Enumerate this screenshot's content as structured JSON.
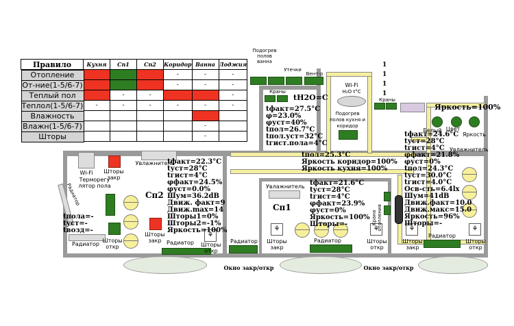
{
  "table": {
    "header": "Правило",
    "columns": [
      "Кухня",
      "Сп1",
      "Сп2",
      "Коридор",
      "Ванна",
      "Лоджия"
    ],
    "rows": [
      {
        "label": "Отопление",
        "cells": [
          "red",
          "green",
          "red",
          "-",
          "-",
          "-"
        ]
      },
      {
        "label": "От-ние(1-5/6-7)",
        "cells": [
          "red",
          "green",
          "red",
          "-",
          "-",
          "-"
        ]
      },
      {
        "label": "Теплый пол",
        "cells": [
          "red",
          "-",
          "-",
          "red",
          "red",
          "-"
        ]
      },
      {
        "label": "Теплол(1-5/6-7)",
        "cells": [
          "-",
          "-",
          "-",
          "-",
          "-",
          "-"
        ]
      },
      {
        "label": "Влажность",
        "cells": [
          "",
          "",
          "",
          "",
          "red",
          ""
        ]
      },
      {
        "label": "Влажн(1-5/6-7)",
        "cells": [
          "",
          "",
          "",
          "",
          "-",
          ""
        ]
      },
      {
        "label": "Шторы",
        "cells": [
          "",
          "",
          "",
          "",
          "-",
          ""
        ]
      }
    ]
  },
  "top": {
    "podogrev_vanna": "Подогрев полов ванна",
    "utechki": "Утечки",
    "vent": "Вент-р",
    "ones": [
      "1",
      "1",
      "1",
      "1"
    ],
    "krany1": "Краны",
    "krany2": "Краны",
    "wifi2": "Wi-Fi",
    "h2o": "H₂O t°C",
    "th2o": "tH2O=C"
  },
  "bath": {
    "lines": [
      "tфакт=27.5°C",
      "φ=23.0%",
      "φуст=40%",
      "tпол=26.7°C",
      "tпол.уст=32°C",
      "tгист.пола=4°C"
    ]
  },
  "kitchen_floor": {
    "label": "Подогрев полов кухня и коридор"
  },
  "corridor": {
    "lines": [
      "tпол=25.3°C",
      "Яркость коридор=100%",
      "Яркость кухня=100%"
    ]
  },
  "sp2": {
    "title": "Сп2",
    "humid": "Увлажнитель",
    "wifi": "Wi-Fi",
    "thermo": "Терморегу лятор пола",
    "radiator_v": "Радиатор",
    "floor_lines": [
      "tпола=-",
      "tуст=-",
      "tвозд=-"
    ],
    "radiator": "Радиатор",
    "radiator2": "Радиатор",
    "shutter_closed": "Шторы закр",
    "shutter_closed2": "Шторы закр",
    "shutter_open": "Шторы откр",
    "shutter_open2": "Шторы откр",
    "lines": [
      "tфакт=22.3°C",
      "tуст=28°C",
      "tгист=4°C",
      "φфакт=24.5%",
      "φуст=0.0%",
      "Шум=36.2dB",
      "Движ. факт=9",
      "Движ.max=14",
      "Шторы1=0%",
      "Шторы2=-1%",
      "Яркость=100%"
    ]
  },
  "sp1": {
    "title": "Сп1",
    "humid": "Увлажнитель",
    "radiator": "Радиатор",
    "radiator2": "Радиатор",
    "shutter": "Шторы закр",
    "shutter2": "Шторы откр",
    "krana": "Крана отопления",
    "lines": [
      "tфакт=21.6°C",
      "tуст=28°C",
      "tгист=4°C",
      "φфакт=23.9%",
      "φуст=0%",
      "Яркость=100%",
      "Шторы=-"
    ]
  },
  "kitchen": {
    "brightness": "Яркость=100%",
    "white": "Белый",
    "color": "Цвет",
    "brightness_lbl": "Яркость",
    "humid": "Увлажнитель",
    "radiator": "Радиатор",
    "shutter": "Шторы закр",
    "shutter2": "Шторы откр",
    "lines": [
      "tфакт=24.6°C",
      "tуст=28°C",
      "tгист=4°C",
      "φфакт=21.8%",
      "φуст=0%",
      "tпол=24.3°C",
      "tуст=30.0°C",
      "tгист=4.0°C",
      "Осв-сть=6.4lx",
      "Шум=41dB",
      "Движ.факт=10.0",
      "Движ.макс=15.0",
      "Яркость=96%",
      "Шторы=-"
    ]
  },
  "windows": {
    "w1": "Окно закр/откр",
    "w2": "Окно закр/откр"
  }
}
